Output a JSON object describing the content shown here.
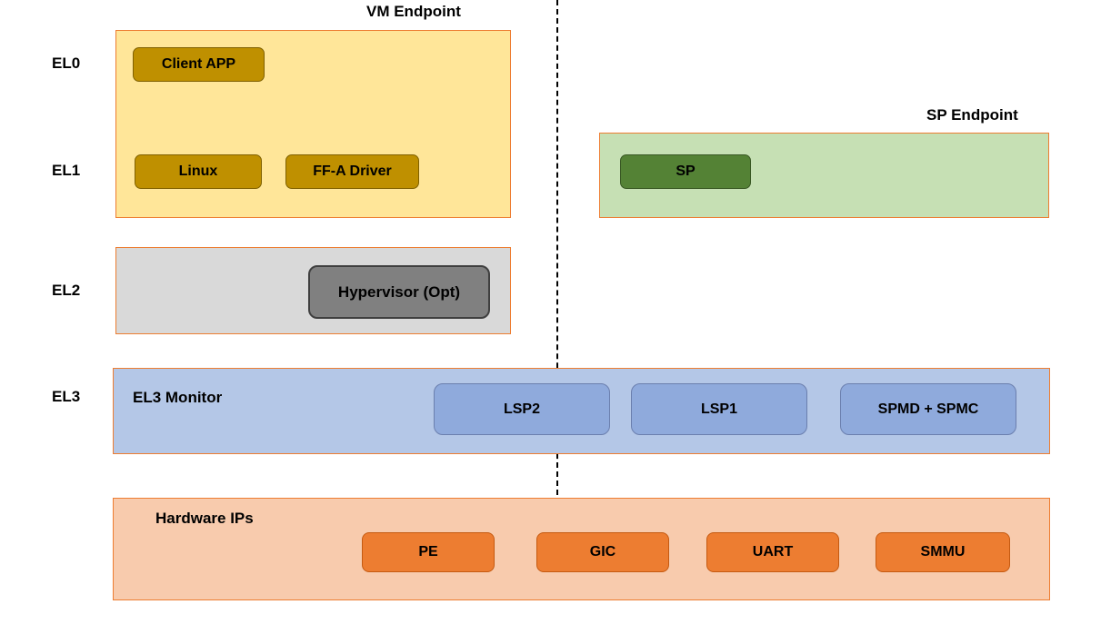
{
  "titles": {
    "vm_endpoint": "VM Endpoint",
    "sp_endpoint": "SP Endpoint"
  },
  "el_labels": [
    "EL0",
    "EL1",
    "EL2",
    "EL3"
  ],
  "vm": {
    "client_app": "Client APP",
    "linux": "Linux",
    "ffa_driver": "FF-A Driver"
  },
  "sp": {
    "sp": "SP"
  },
  "el2": {
    "hypervisor": "Hypervisor (Opt)"
  },
  "el3": {
    "title": "EL3 Monitor",
    "items": [
      "LSP2",
      "LSP1",
      "SPMD + SPMC"
    ]
  },
  "hardware": {
    "title": "Hardware IPs",
    "items": [
      "PE",
      "GIC",
      "UART",
      "SMMU"
    ]
  },
  "colors": {
    "vm_fill": "#FFE699",
    "vm_node": "#BF9000",
    "sp_fill": "#C6E0B4",
    "sp_node": "#548235",
    "el2_fill": "#D9D9D9",
    "hypervisor_node": "#808080",
    "el3_fill": "#B4C7E7",
    "el3_node": "#8FAADC",
    "hw_fill": "#F8CBAD",
    "hw_node": "#ED7D31",
    "border_orange": "#ED7D31"
  }
}
